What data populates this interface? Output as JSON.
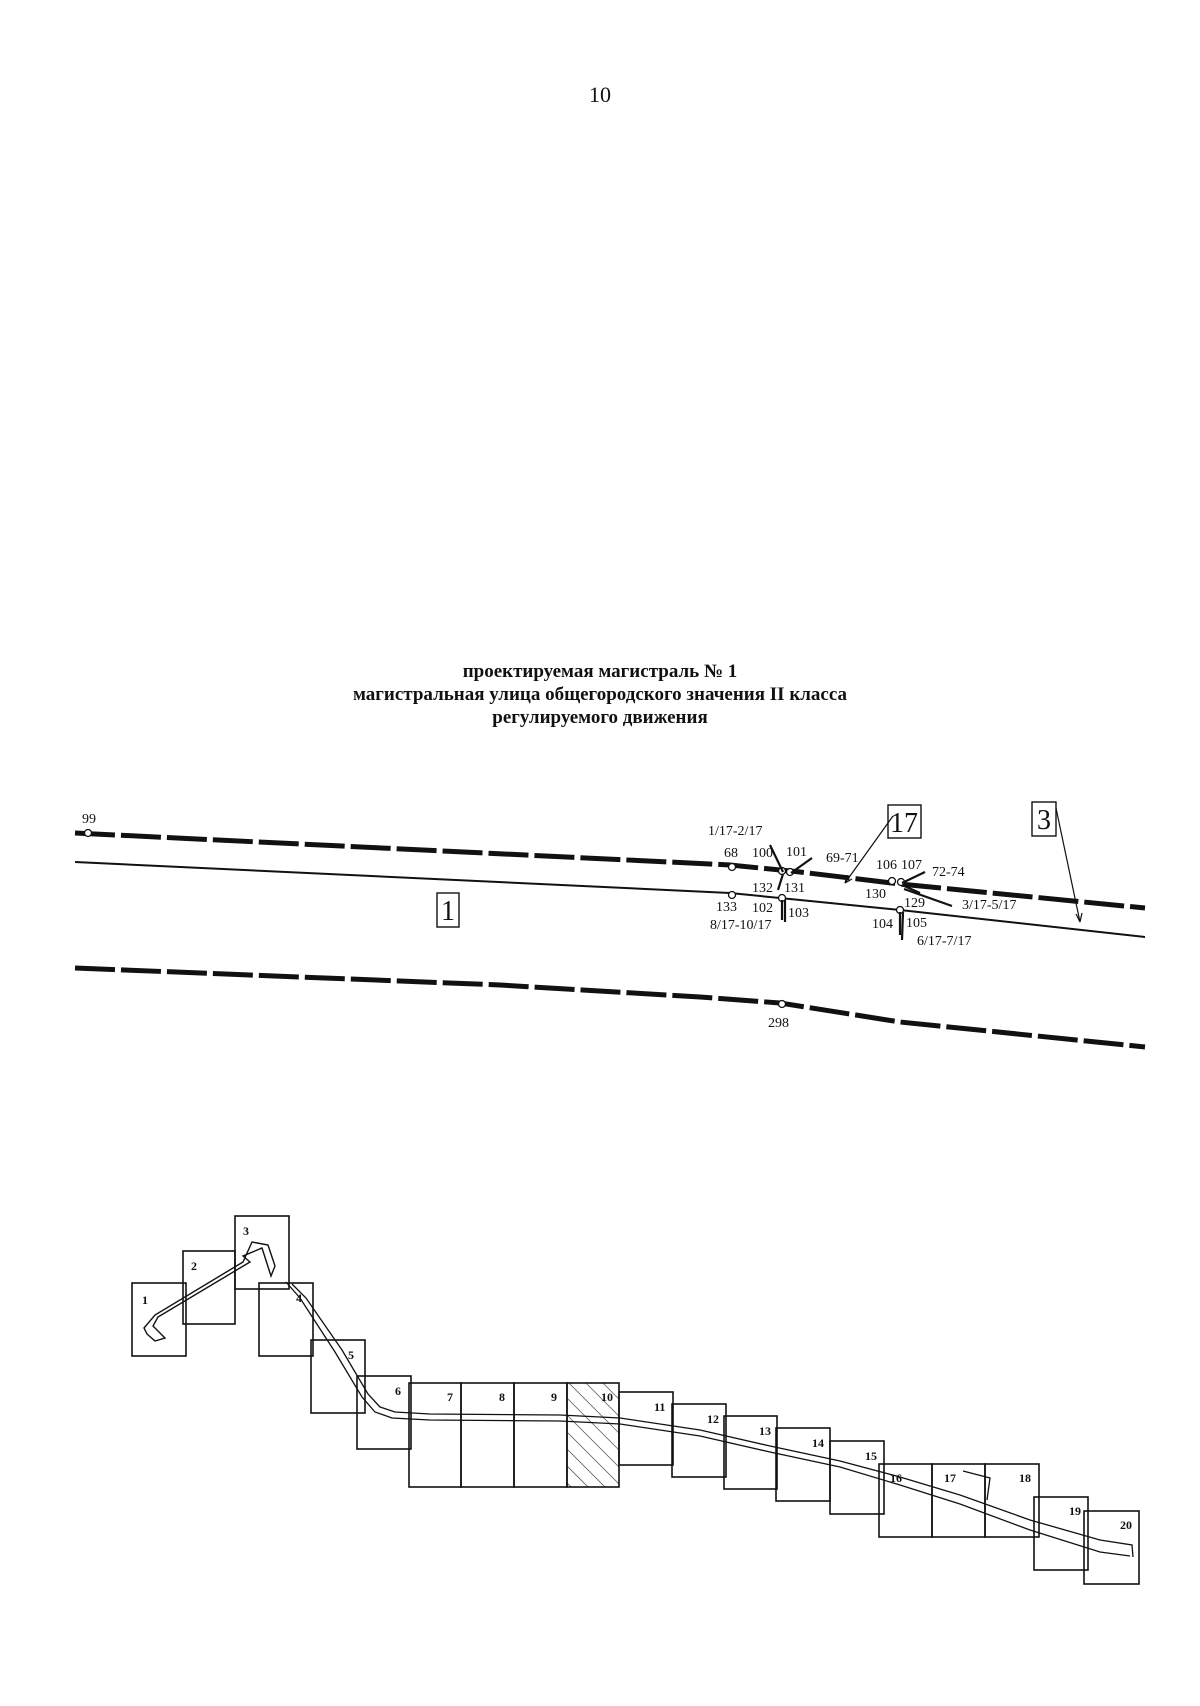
{
  "page": {
    "number": "10"
  },
  "title": {
    "line1": "проектируемая магистраль № 1",
    "line2": "магистральная улица общегородского значения II класса",
    "line3": "регулируемого движения"
  },
  "plan": {
    "zone_labels": {
      "road": "1",
      "sheet": "17",
      "zone": "3"
    },
    "point_labels": {
      "p99": "99",
      "p1_17_2_17": "1/17-2/17",
      "p68": "68",
      "p100": "100",
      "p101": "101",
      "p69_71": "69-71",
      "p106": "106",
      "p107": "107",
      "p72_74": "72-74",
      "p130": "130",
      "p129": "129",
      "p3_17_5_17": "3/17-5/17",
      "p132": "132",
      "p131": "131",
      "p133": "133",
      "p102": "102",
      "p103": "103",
      "p8_17_10_17": "8/17-10/17",
      "p104": "104",
      "p105": "105",
      "p6_17_7_17": "6/17-7/17",
      "p298": "298"
    }
  },
  "key_map": {
    "sheets": [
      "1",
      "2",
      "3",
      "4",
      "5",
      "6",
      "7",
      "8",
      "9",
      "10",
      "11",
      "12",
      "13",
      "14",
      "15",
      "16",
      "17",
      "18",
      "19",
      "20"
    ],
    "highlighted_sheet": "10"
  }
}
